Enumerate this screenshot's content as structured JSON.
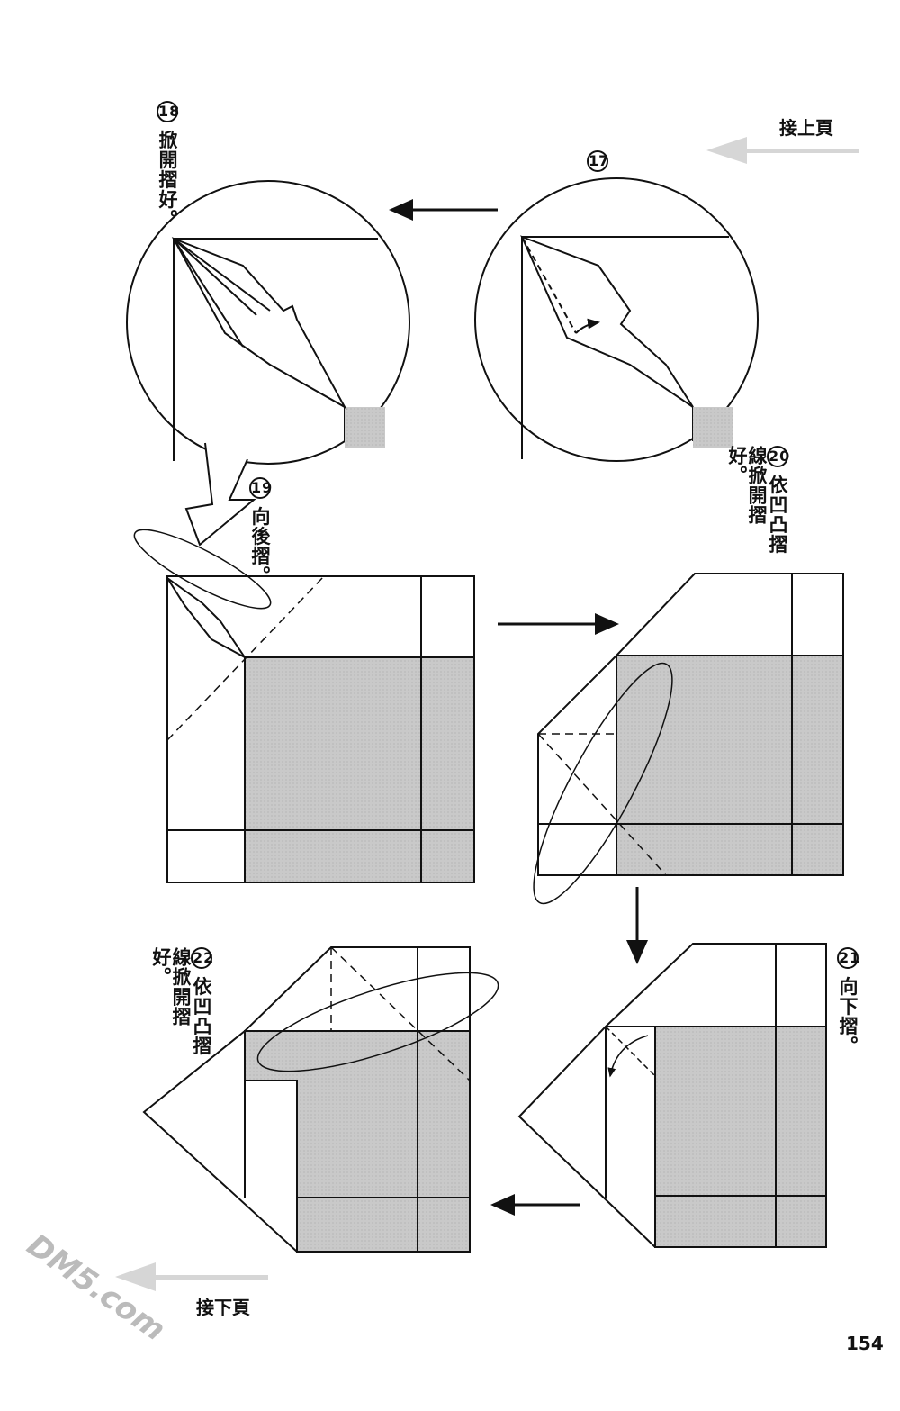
{
  "header": {
    "continue_from": "接上頁"
  },
  "steps": [
    {
      "number": "17",
      "text": ""
    },
    {
      "number": "18",
      "text": "掀開摺好。"
    },
    {
      "number": "19",
      "text": "向後摺。"
    },
    {
      "number": "20",
      "text": "依凹凸摺線掀開摺好。"
    },
    {
      "number": "21",
      "text": "向下摺。"
    },
    {
      "number": "22",
      "text": "依凹凸摺線掀開摺好。"
    }
  ],
  "footer": {
    "continue_to": "接下頁",
    "page_number": "154",
    "watermark": "DM5.com"
  },
  "colors": {
    "paper_shade": "#c8c8c8",
    "line": "#111111",
    "nav_arrow": "#cfcfcf"
  }
}
